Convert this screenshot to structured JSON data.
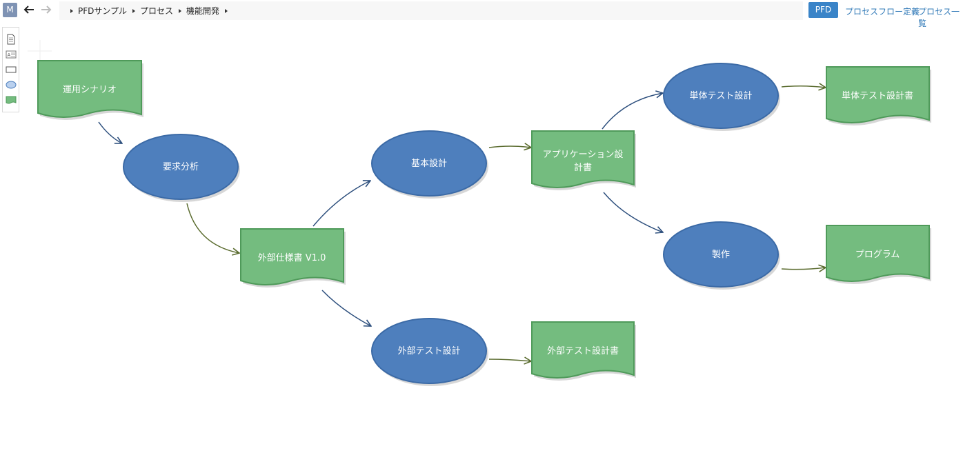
{
  "app": {
    "icon_letter": "M"
  },
  "breadcrumb": [
    "PFDサンプル",
    "プロセス",
    "機能開発"
  ],
  "header": {
    "pfd_label": "PFD",
    "links": [
      "プロセスフロー定義",
      "プロセス一覧"
    ]
  },
  "toolbox": {
    "tools": [
      "document-tool-icon",
      "text-tool-icon",
      "rectangle-tool-icon",
      "ellipse-tool-icon",
      "deliverable-tool-icon"
    ]
  },
  "colors": {
    "process_fill": "#4e7fbd",
    "process_stroke": "#3b6aa6",
    "deliverable_fill": "#74bc7f",
    "deliverable_stroke": "#4f9a5a",
    "arrow_blue": "#2d4f7d",
    "arrow_olive": "#5a6b2e"
  },
  "diagram": {
    "deliverables": {
      "scenario": [
        "運用シナリオ"
      ],
      "external_spec": [
        "外部仕様書 V1.0"
      ],
      "app_design": [
        "アプリケーション設",
        "計書"
      ],
      "ext_test_doc": [
        "外部テスト設計書"
      ],
      "unit_test_doc": [
        "単体テスト設計書"
      ],
      "program": [
        "プログラム"
      ]
    },
    "processes": {
      "requirements": "要求分析",
      "basic_design": "基本設計",
      "ext_test_design": "外部テスト設計",
      "unit_test_design": "単体テスト設計",
      "manufacturing": "製作"
    }
  }
}
